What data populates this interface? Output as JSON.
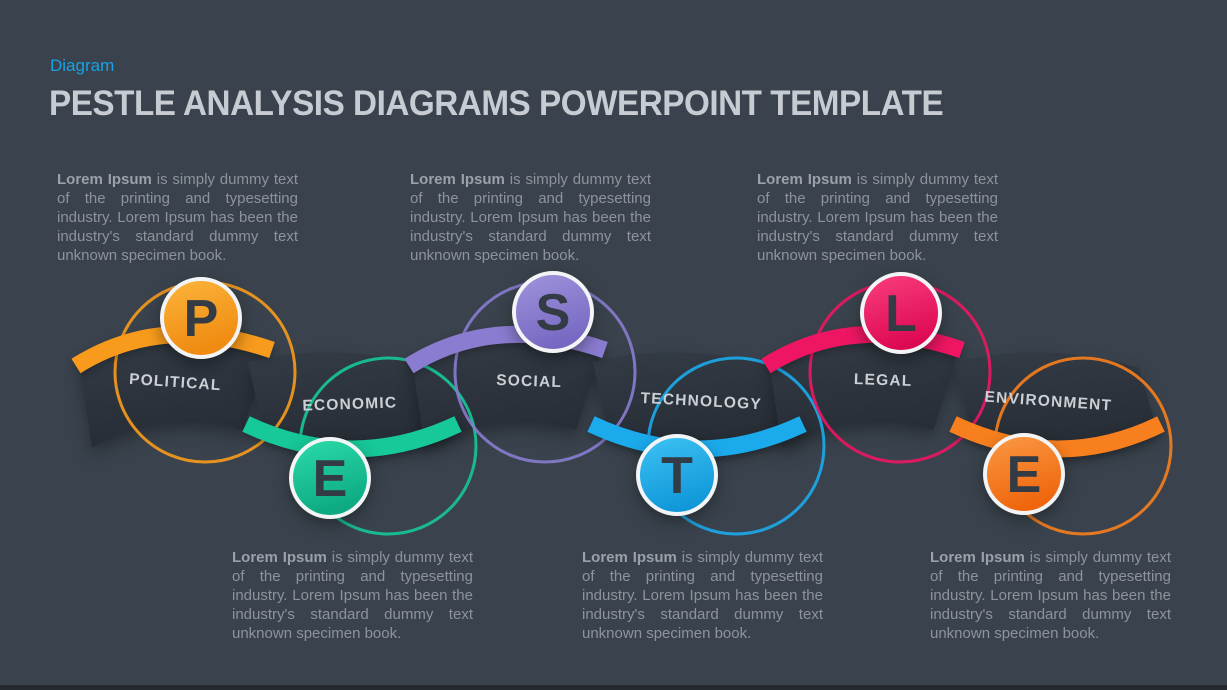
{
  "slide": {
    "eyebrow": "Diagram",
    "title": "PESTLE ANALYSIS DIAGRAMS POWERPOINT TEMPLATE"
  },
  "colors": {
    "background": "#3a434d",
    "banner_light": "#333b45",
    "banner_dark": "#272d35",
    "title": "#c7ccd2",
    "eyebrow": "#17a3e3",
    "body_text": "#8d939b",
    "label_text": "#ccd0d5",
    "letter_text": "#333b45",
    "circle_ring": "#f2f4f5",
    "footer": "#242930"
  },
  "segments": [
    {
      "letter": "P",
      "label": "POLITICAL",
      "color": "#f89b1c",
      "color_light": "#fcb53b",
      "color_dark": "#f08a10"
    },
    {
      "letter": "E",
      "label": "ECONOMIC",
      "color": "#17c899",
      "color_light": "#2bdcaa",
      "color_dark": "#0da981"
    },
    {
      "letter": "S",
      "label": "SOCIAL",
      "color": "#8a7cd0",
      "color_light": "#a094dc",
      "color_dark": "#7668c2"
    },
    {
      "letter": "T",
      "label": "TECHNOLOGY",
      "color": "#1babec",
      "color_light": "#3fc3f4",
      "color_dark": "#0f97d8"
    },
    {
      "letter": "L",
      "label": "LEGAL",
      "color": "#ee1663",
      "color_light": "#fa3f7e",
      "color_dark": "#dd0853"
    },
    {
      "letter": "E",
      "label": "ENVIRONMENT",
      "color": "#f87f1e",
      "color_light": "#fa9a45",
      "color_dark": "#ef650c"
    }
  ],
  "paragraphs": {
    "top": [
      {
        "lead": "Lorem Ipsum",
        "rest": " is simply dummy text of the printing and typesetting industry. Lorem Ipsum has been the industry's standard dummy text unknown specimen book."
      },
      {
        "lead": "Lorem Ipsum",
        "rest": " is simply dummy text of the printing and typesetting industry. Lorem Ipsum has been the industry's standard dummy text unknown specimen book."
      },
      {
        "lead": "Lorem Ipsum",
        "rest": " is simply dummy text of the printing and typesetting industry. Lorem Ipsum has been the industry's standard dummy text unknown specimen book."
      }
    ],
    "bottom": [
      {
        "lead": "Lorem Ipsum",
        "rest": " is simply dummy text of the printing and typesetting industry. Lorem Ipsum has been the industry's standard dummy text unknown specimen book."
      },
      {
        "lead": "Lorem Ipsum",
        "rest": " is simply dummy text of the printing and typesetting industry. Lorem Ipsum has been the industry's standard dummy text unknown specimen book."
      },
      {
        "lead": "Lorem Ipsum",
        "rest": " is simply dummy text of the printing and typesetting industry. Lorem Ipsum has been the industry's standard dummy text unknown specimen book."
      }
    ]
  }
}
